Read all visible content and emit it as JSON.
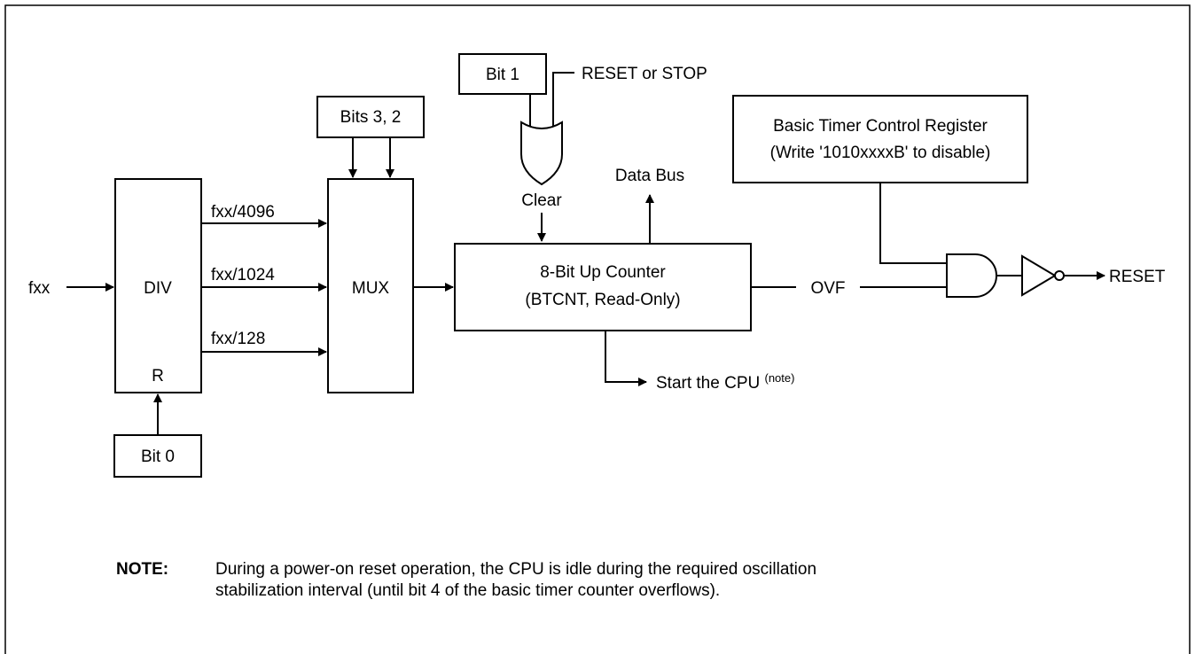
{
  "blocks": {
    "div": {
      "title": "DIV",
      "reset_pin": "R"
    },
    "mux": {
      "title": "MUX"
    },
    "counter": {
      "line1": "8-Bit Up Counter",
      "line2": "(BTCNT, Read-Only)"
    },
    "control_register": {
      "line1": "Basic Timer Control Register",
      "line2": "(Write '1010xxxxB' to disable)"
    },
    "bit0": "Bit 0",
    "bit1": "Bit 1",
    "bits32": "Bits 3, 2"
  },
  "signals": {
    "input": "fxx",
    "div4096": "fxx/4096",
    "div1024": "fxx/1024",
    "div128": "fxx/128",
    "reset_or_stop": "RESET or STOP",
    "clear": "Clear",
    "data_bus": "Data Bus",
    "ovf": "OVF",
    "reset_out": "RESET",
    "start_cpu": "Start the CPU ",
    "start_cpu_note": "(note)"
  },
  "note": {
    "label": "NOTE:",
    "line1": "During a power-on reset operation, the CPU is idle during the required oscillation",
    "line2": "stabilization interval (until bit 4 of the basic timer counter overflows)."
  }
}
